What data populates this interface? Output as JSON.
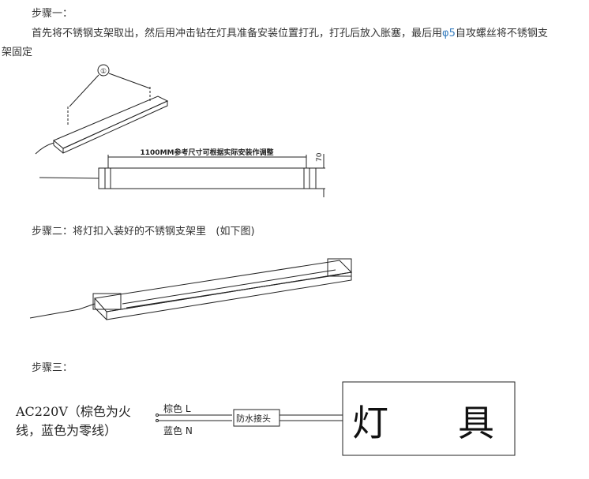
{
  "step1": {
    "label": "步骤一：",
    "text_a": "首先将不锈钢支架取出，然后用冲击钻在灯具准备安装位置打孔，打孔后放入胀塞，最后用",
    "phi": "φ5",
    "text_b": "自攻螺丝将不锈钢支",
    "text_c": "架固定",
    "callout": "①",
    "dimension_label": "1100MM参考尺寸可根据实际安装作调整",
    "height_label": "70"
  },
  "step2": {
    "label": "步骤二：将灯扣入装好的不锈钢支架里",
    "note": "(如下图)"
  },
  "step3": {
    "label": "步骤三：",
    "power_line1": "AC220V（棕色为火",
    "power_line2": "线，蓝色为零线）",
    "wire_l": "棕色 L",
    "wire_n": "蓝色 N",
    "connector": "防水接头",
    "fixture_char1": "灯",
    "fixture_char2": "具"
  }
}
